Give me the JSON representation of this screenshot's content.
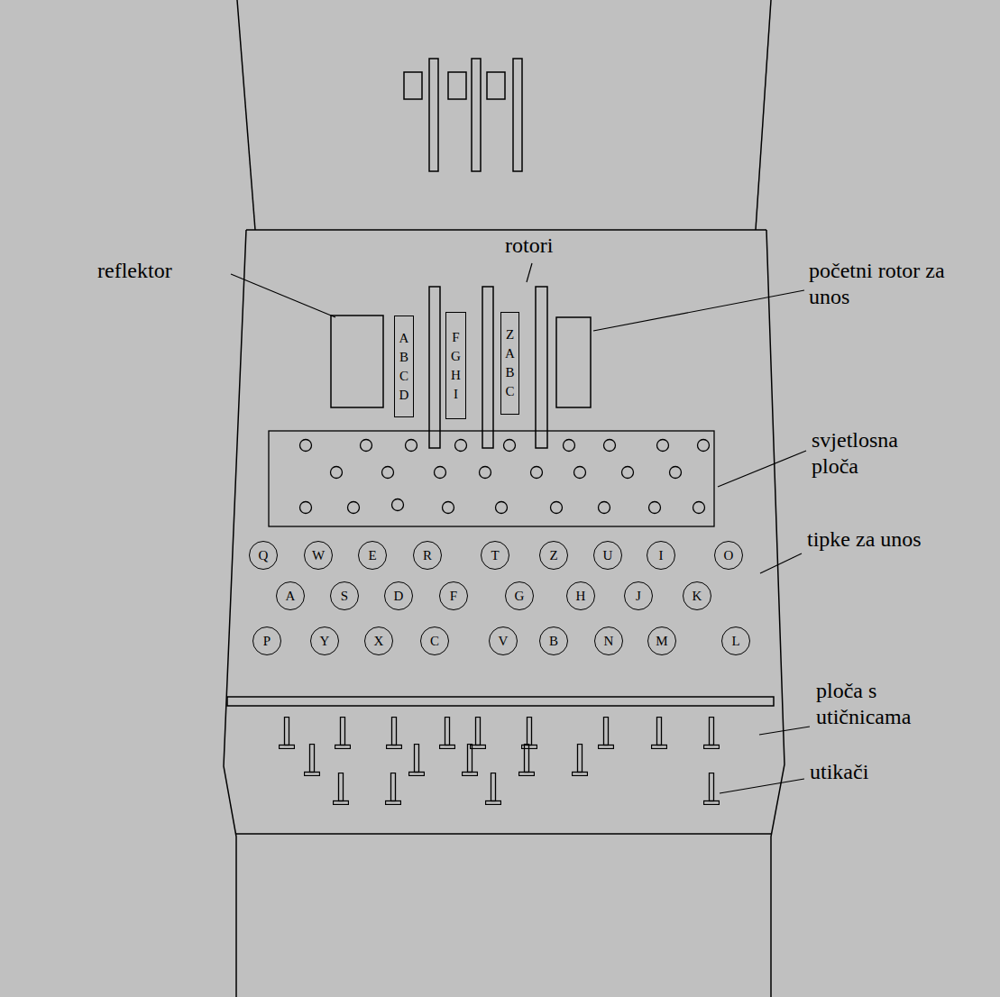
{
  "diagram": {
    "nodes": [
      {
        "text": [
          "A B C D"
        ]
      },
      {
        "text": [
          "F G H I"
        ]
      },
      {
        "text": [
          "Z A B C"
        ]
      },
      {
        "text": [
          "Q"
        ]
      },
      {
        "text": [
          "W"
        ]
      },
      {
        "text": [
          "E"
        ]
      },
      {
        "text": [
          "R"
        ]
      },
      {
        "text": [
          "T"
        ]
      },
      {
        "text": [
          "Z"
        ]
      },
      {
        "text": [
          "U"
        ]
      },
      {
        "text": [
          "I"
        ]
      },
      {
        "text": [
          "O"
        ]
      },
      {
        "text": [
          "A"
        ]
      },
      {
        "text": [
          "S"
        ]
      },
      {
        "text": [
          "D"
        ]
      },
      {
        "text": [
          "F"
        ]
      },
      {
        "text": [
          "G"
        ]
      },
      {
        "text": [
          "H"
        ]
      },
      {
        "text": [
          "J"
        ]
      },
      {
        "text": [
          "K"
        ]
      },
      {
        "text": [
          "P"
        ]
      },
      {
        "text": [
          "Y"
        ]
      },
      {
        "text": [
          "X"
        ]
      },
      {
        "text": [
          "C"
        ]
      },
      {
        "text": [
          "V"
        ]
      },
      {
        "text": [
          "B"
        ]
      },
      {
        "text": [
          "N"
        ]
      },
      {
        "text": [
          "M"
        ]
      },
      {
        "text": [
          "L"
        ]
      }
    ],
    "labels": [
      "reflektor",
      "rotori",
      "početni rotor za unos",
      "svjetlosna ploča",
      "tipke za unos",
      "ploča s utičnicama",
      "utikači"
    ]
  }
}
